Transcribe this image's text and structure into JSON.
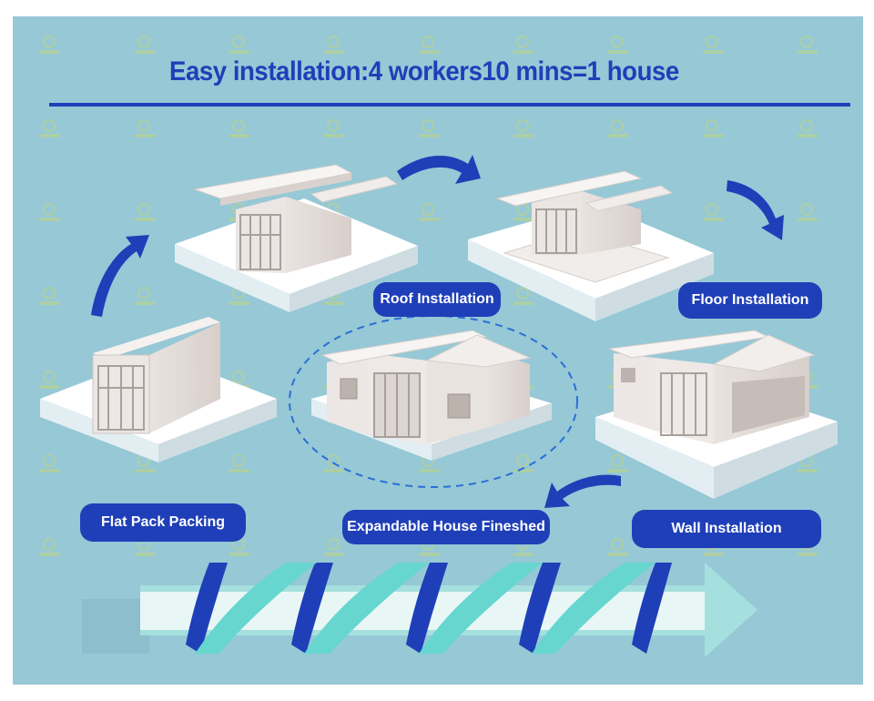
{
  "title": "Easy installation:4 workers10 mins=1 house",
  "steps": {
    "roof": "Roof Installation",
    "floor": "Floor Installation",
    "flat_pack": "Flat Pack Packing",
    "expandable": "Expandable House Fineshed",
    "wall": "Wall Installation"
  },
  "colors": {
    "background": "#96c8d6",
    "accent_blue": "#1f3fb8",
    "teal": "#66d6cf",
    "platform": "#ffffff"
  },
  "icons": {
    "watermark": "leaf-logo-icon",
    "arrows": "curved-arrow-icon"
  }
}
